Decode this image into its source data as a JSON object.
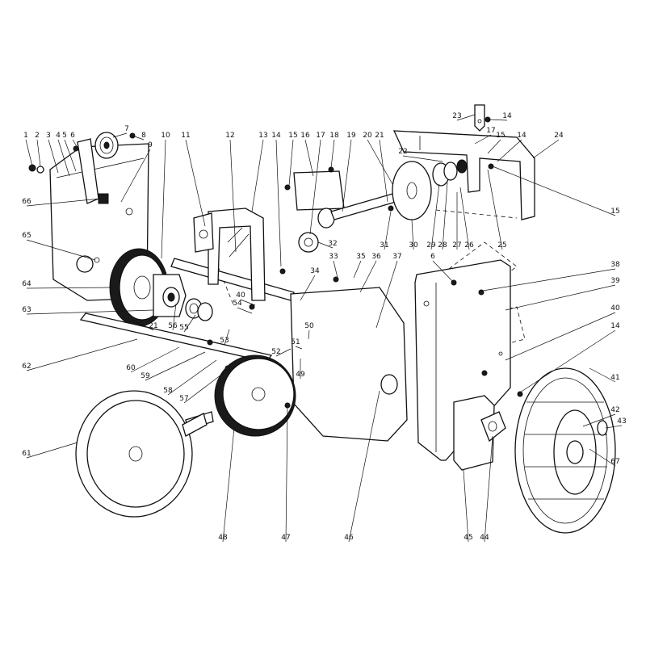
{
  "diagram": {
    "callouts": [
      {
        "label": "1"
      },
      {
        "label": "2"
      },
      {
        "label": "3"
      },
      {
        "label": "4"
      },
      {
        "label": "5"
      },
      {
        "label": "6"
      },
      {
        "label": "7"
      },
      {
        "label": "8"
      },
      {
        "label": "9"
      },
      {
        "label": "10"
      },
      {
        "label": "11"
      },
      {
        "label": "12"
      },
      {
        "label": "13"
      },
      {
        "label": "14"
      },
      {
        "label": "15"
      },
      {
        "label": "16"
      },
      {
        "label": "17"
      },
      {
        "label": "18"
      },
      {
        "label": "19"
      },
      {
        "label": "20"
      },
      {
        "label": "21"
      },
      {
        "label": "23"
      },
      {
        "label": "14"
      },
      {
        "label": "17"
      },
      {
        "label": "15"
      },
      {
        "label": "14"
      },
      {
        "label": "24"
      },
      {
        "label": "22"
      },
      {
        "label": "15"
      },
      {
        "label": "25"
      },
      {
        "label": "26"
      },
      {
        "label": "27"
      },
      {
        "label": "28"
      },
      {
        "label": "29"
      },
      {
        "label": "30"
      },
      {
        "label": "31"
      },
      {
        "label": "32"
      },
      {
        "label": "66"
      },
      {
        "label": "65"
      },
      {
        "label": "64"
      },
      {
        "label": "63"
      },
      {
        "label": "21"
      },
      {
        "label": "56"
      },
      {
        "label": "55"
      },
      {
        "label": "33"
      },
      {
        "label": "35"
      },
      {
        "label": "36"
      },
      {
        "label": "37"
      },
      {
        "label": "6"
      },
      {
        "label": "38"
      },
      {
        "label": "39"
      },
      {
        "label": "34"
      },
      {
        "label": "40"
      },
      {
        "label": "54"
      },
      {
        "label": "53"
      },
      {
        "label": "50"
      },
      {
        "label": "51"
      },
      {
        "label": "52"
      },
      {
        "label": "49"
      },
      {
        "label": "62"
      },
      {
        "label": "60"
      },
      {
        "label": "59"
      },
      {
        "label": "58"
      },
      {
        "label": "57"
      },
      {
        "label": "40"
      },
      {
        "label": "14"
      },
      {
        "label": "41"
      },
      {
        "label": "42"
      },
      {
        "label": "43"
      },
      {
        "label": "67"
      },
      {
        "label": "61"
      },
      {
        "label": "48"
      },
      {
        "label": "47"
      },
      {
        "label": "46"
      },
      {
        "label": "45"
      },
      {
        "label": "44"
      }
    ]
  }
}
